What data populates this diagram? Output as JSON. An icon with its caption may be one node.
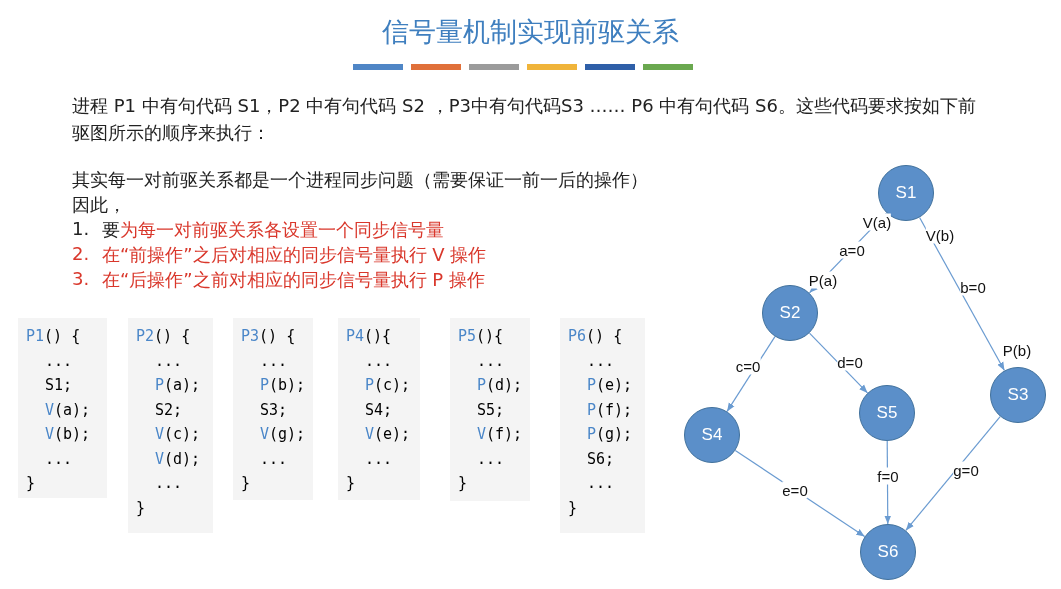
{
  "diagram": {
    "title": "信号量机制实现前驱关系",
    "nodes": [
      {
        "text": [
          "S1"
        ]
      },
      {
        "text": [
          "S2"
        ]
      },
      {
        "text": [
          "S3"
        ]
      },
      {
        "text": [
          "S4"
        ]
      },
      {
        "text": [
          "S5"
        ]
      },
      {
        "text": [
          "S6"
        ]
      },
      {
        "text": [
          "P1() {",
          "...",
          "S1;",
          "V(a);",
          "V(b);",
          "...",
          "}"
        ]
      },
      {
        "text": [
          "P2() {",
          "...",
          "P(a);",
          "S2;",
          "V(c);",
          "V(d);",
          "...",
          "}"
        ]
      },
      {
        "text": [
          "P3() {",
          "...",
          "P(b);",
          "S3;",
          "V(g);",
          "...",
          "}"
        ]
      },
      {
        "text": [
          "P4(){",
          "...",
          "P(c);",
          "S4;",
          "V(e);",
          "...",
          "}"
        ]
      },
      {
        "text": [
          "P5(){",
          "...",
          "P(d);",
          "S5;",
          "V(f);",
          "...",
          "}"
        ]
      },
      {
        "text": [
          "P6() {",
          "...",
          "P(e);",
          "P(f);",
          "P(g);",
          "S6;",
          "...",
          "}"
        ]
      }
    ],
    "edges": [
      {
        "from": 0,
        "to": 1,
        "arrow": "to",
        "label": "a=0"
      },
      {
        "from": 0,
        "to": 2,
        "arrow": "to",
        "label": "b=0"
      },
      {
        "from": 1,
        "to": 3,
        "arrow": "to",
        "label": "c=0"
      },
      {
        "from": 1,
        "to": 4,
        "arrow": "to",
        "label": "d=0"
      },
      {
        "from": 3,
        "to": 5,
        "arrow": "to",
        "label": "e=0"
      },
      {
        "from": 4,
        "to": 5,
        "arrow": "to",
        "label": "f=0"
      },
      {
        "from": 2,
        "to": 5,
        "arrow": "to",
        "label": "g=0"
      }
    ],
    "labels": [
      "进程 P1 中有句代码 S1，P2 中有句代码 S2 ，P3中有句代码S3 …… P6 中有句代码 S6。这些代码要求按如下前驱图所示的顺序来执行：",
      "其实每一对前驱关系都是一个进程同步问题（需要保证一前一后的操作）",
      "因此，",
      "1.",
      "要为每一对前驱关系各设置一个同步信号量",
      "2.",
      "在“前操作”之后对相应的同步信号量执行 V 操作",
      "3.",
      "在“后操作”之前对相应的同步信号量执行 P 操作",
      "V(a)",
      "P(a)",
      "V(b)",
      "P(b)"
    ]
  }
}
